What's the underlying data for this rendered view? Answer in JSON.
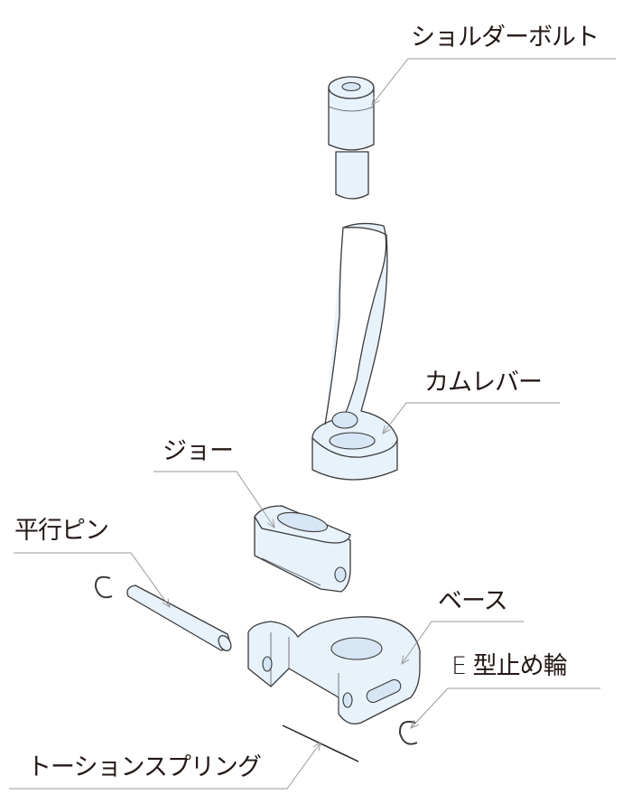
{
  "labels": {
    "shoulder_bolt": "ショルダーボルト",
    "cam_lever": "カムレバー",
    "jaw": "ジョー",
    "parallel_pin": "平行ピン",
    "base": "ベース",
    "e_ring": "E 型止め輪",
    "torsion_spring": "トーションスプリング"
  },
  "colors": {
    "part_fill": "#e8f2fb",
    "outline": "#3a3a3a",
    "leader": "#999999",
    "text": "#231815"
  }
}
